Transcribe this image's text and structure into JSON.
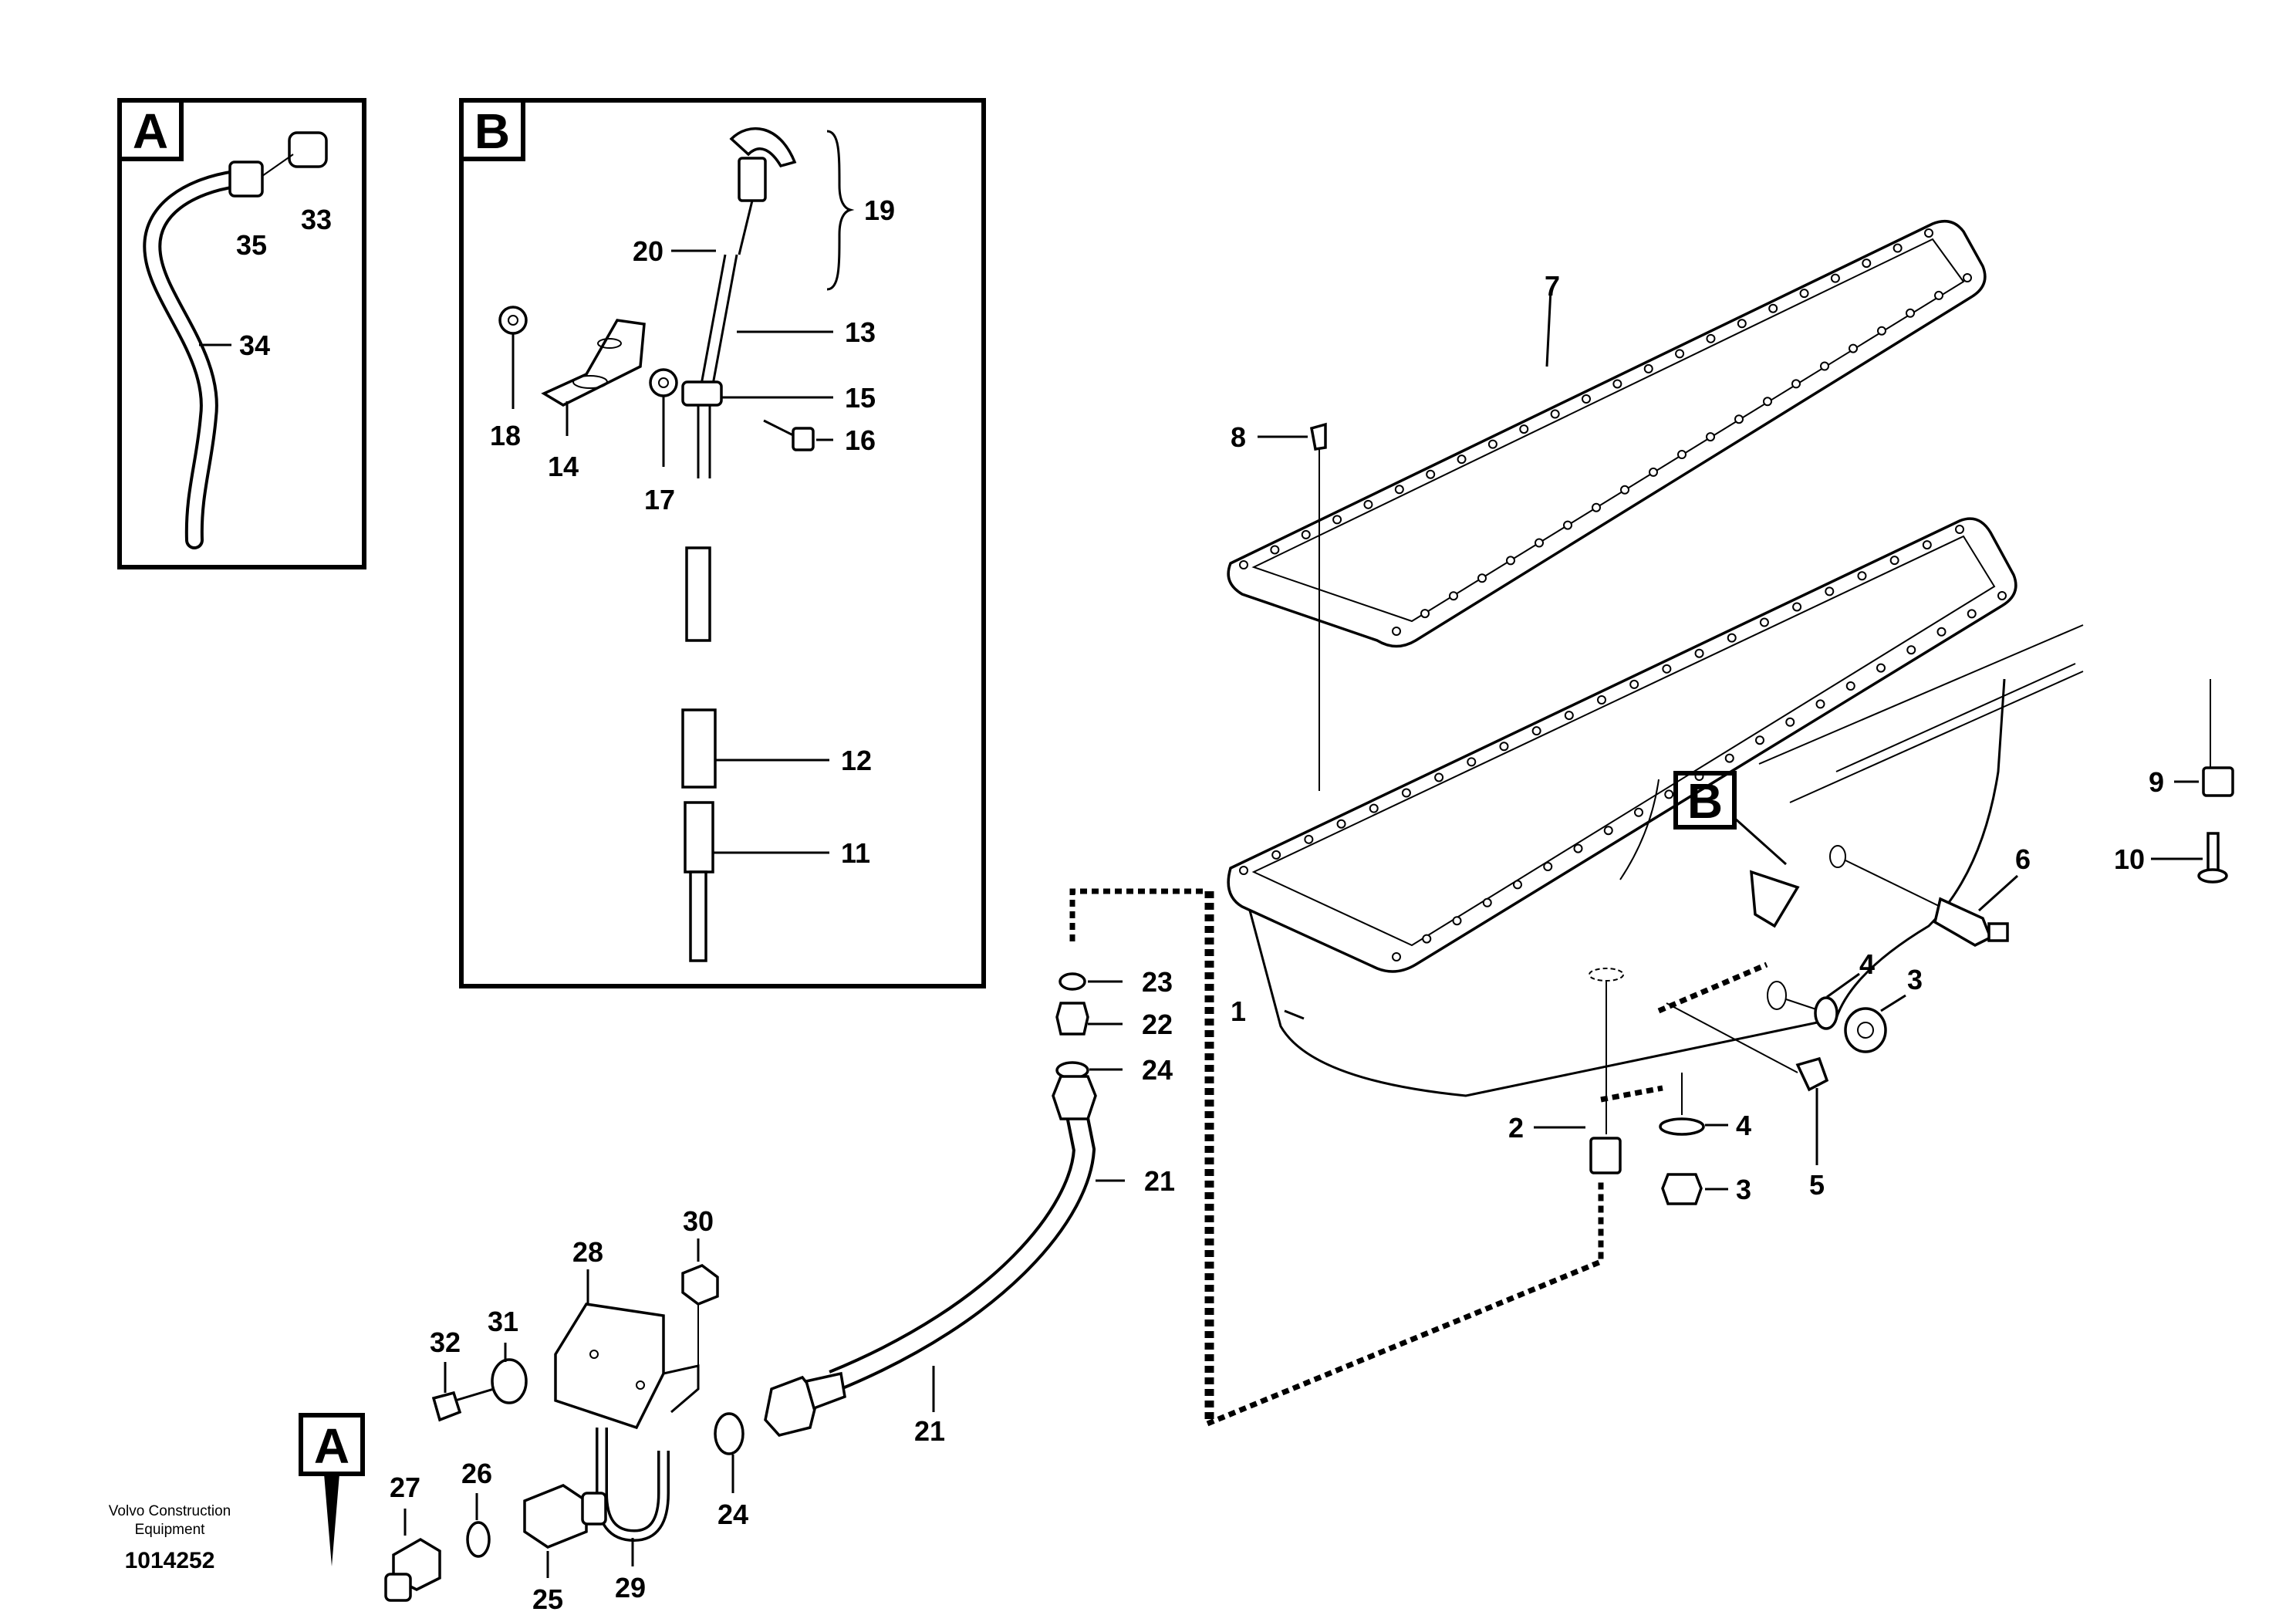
{
  "inset_a": {
    "letter": "A",
    "labels": [
      "33",
      "35",
      "34"
    ]
  },
  "inset_b": {
    "letter": "B",
    "labels": [
      "19",
      "20",
      "13",
      "15",
      "16",
      "18",
      "14",
      "17",
      "12",
      "11"
    ]
  },
  "main_labels": [
    "7",
    "8",
    "9",
    "10",
    "6",
    "1",
    "23",
    "22",
    "24",
    "21",
    "2",
    "4",
    "3",
    "5",
    "4",
    "3",
    "30",
    "28",
    "31",
    "32",
    "21",
    "24",
    "27",
    "26",
    "25",
    "29"
  ],
  "callout_b": "B",
  "callout_a": "A",
  "footer": {
    "company": "Volvo Construction",
    "company_line2": "Equipment",
    "drawing_number": "1014252"
  }
}
